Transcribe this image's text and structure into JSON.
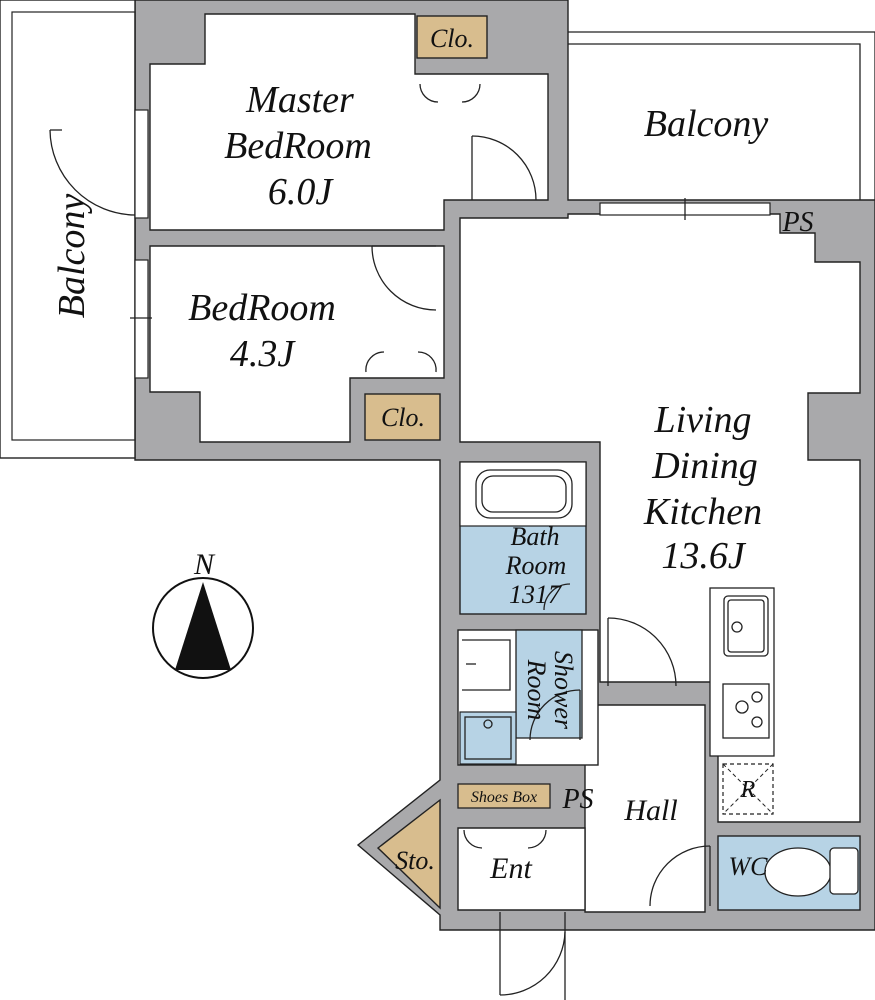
{
  "rooms": {
    "master_bedroom": [
      "Master",
      "BedRoom",
      "6.0J"
    ],
    "bedroom": [
      "BedRoom",
      "4.3J"
    ],
    "ldk": [
      "Living",
      "Dining",
      "Kitchen",
      "13.6J"
    ],
    "bath": [
      "Bath",
      "Room",
      "1317"
    ],
    "shower": [
      "Shower",
      "Room"
    ],
    "hall": "Hall",
    "entrance": "Ent",
    "wc": "WC",
    "storage": "Sto."
  },
  "labels": {
    "closet_top": "Clo.",
    "closet_mid": "Clo.",
    "balcony_left": "Balcony",
    "balcony_top": "Balcony",
    "ps_top": "PS",
    "ps_bottom": "PS",
    "shoes_box": "Shoes Box",
    "refrigerator": "R",
    "north": "N"
  },
  "colors": {
    "wall": "#a9a9ab",
    "closet": "#d8bd8e",
    "wet_area": "#b7d3e5"
  }
}
